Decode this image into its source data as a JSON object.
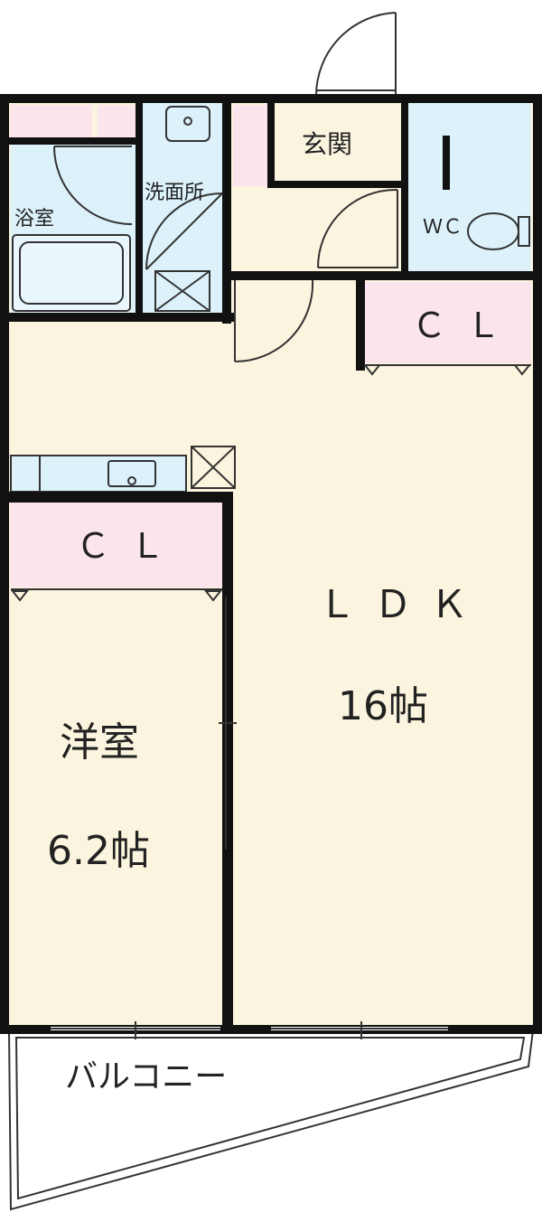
{
  "floor_plan": {
    "rooms": {
      "bath": "浴室",
      "washroom": "洗面所",
      "entrance": "玄関",
      "toilet": "ＷＣ",
      "closet_ldk": "ＣＬ",
      "closet_western": "ＣＬ",
      "ldk_name": "ＬＤＫ",
      "ldk_size": "16帖",
      "western_name": "洋室",
      "western_size": "6.2帖",
      "balcony": "バルコニー"
    },
    "colors": {
      "floor": "#fbf4de",
      "wet_area": "#dcf1f9",
      "closet": "#fce4ec",
      "wall": "#111111"
    }
  }
}
